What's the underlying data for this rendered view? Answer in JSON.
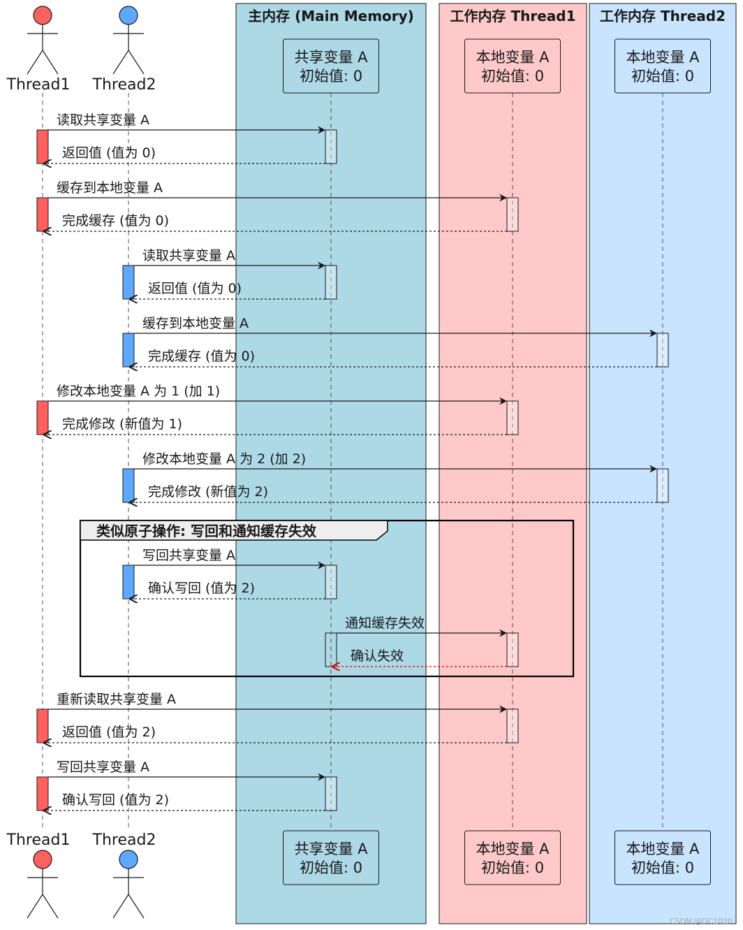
{
  "colors": {
    "thread1": "#ff6060",
    "thread2": "#5fa8ff",
    "main_memory_bg": "#add8e6",
    "thread1_bg": "#ffc9c9",
    "thread2_bg": "#c9e4ff",
    "error_arrow": "#e00000",
    "line": "#181818"
  },
  "boxes": [
    {
      "id": "main",
      "title": "主内存 (Main Memory)",
      "color": "#add8e6"
    },
    {
      "id": "wt1",
      "title": "工作内存 Thread1",
      "color": "#ffc9c9"
    },
    {
      "id": "wt2",
      "title": "工作内存 Thread2",
      "color": "#c9e4ff"
    }
  ],
  "actors": [
    {
      "id": "t1",
      "label": "Thread1",
      "color": "#ff6060"
    },
    {
      "id": "t2",
      "label": "Thread2",
      "color": "#5fa8ff"
    }
  ],
  "participants": [
    {
      "id": "shared",
      "line1": "共享变量 A",
      "line2": "初始值: 0"
    },
    {
      "id": "local1",
      "line1": "本地变量 A",
      "line2": "初始值: 0"
    },
    {
      "id": "local2",
      "line1": "本地变量 A",
      "line2": "初始值: 0"
    }
  ],
  "messages": [
    {
      "from": "t1",
      "to": "shared",
      "label": "读取共享变量 A",
      "reply": "返回值 (值为 0)"
    },
    {
      "from": "t1",
      "to": "local1",
      "label": "缓存到本地变量 A",
      "reply": "完成缓存 (值为 0)"
    },
    {
      "from": "t2",
      "to": "shared",
      "label": "读取共享变量 A",
      "reply": "返回值 (值为 0)"
    },
    {
      "from": "t2",
      "to": "local2",
      "label": "缓存到本地变量 A",
      "reply": "完成缓存 (值为 0)"
    },
    {
      "from": "t1",
      "to": "local1",
      "label": "修改本地变量 A 为 1 (加 1)",
      "reply": "完成修改 (新值为 1)"
    },
    {
      "from": "t2",
      "to": "local2",
      "label": "修改本地变量 A 为 2 (加 2)",
      "reply": "完成修改 (新值为 2)"
    },
    {
      "from": "t2",
      "to": "shared",
      "label": "写回共享变量 A",
      "reply": "确认写回 (值为 2)"
    },
    {
      "from": "shared",
      "to": "local1",
      "label": "通知缓存失效",
      "reply": "确认失效",
      "reply_color": "#e00000"
    },
    {
      "from": "t1",
      "to": "local1",
      "label": "重新读取共享变量 A",
      "reply": "返回值 (值为 2)"
    },
    {
      "from": "t1",
      "to": "shared",
      "label": "写回共享变量 A",
      "reply": "确认写回 (值为 2)"
    }
  ],
  "group": {
    "title": "类似原子操作: 写回和通知缓存失效",
    "first": 6,
    "last": 7
  },
  "watermark": "CSDN @DC1020"
}
